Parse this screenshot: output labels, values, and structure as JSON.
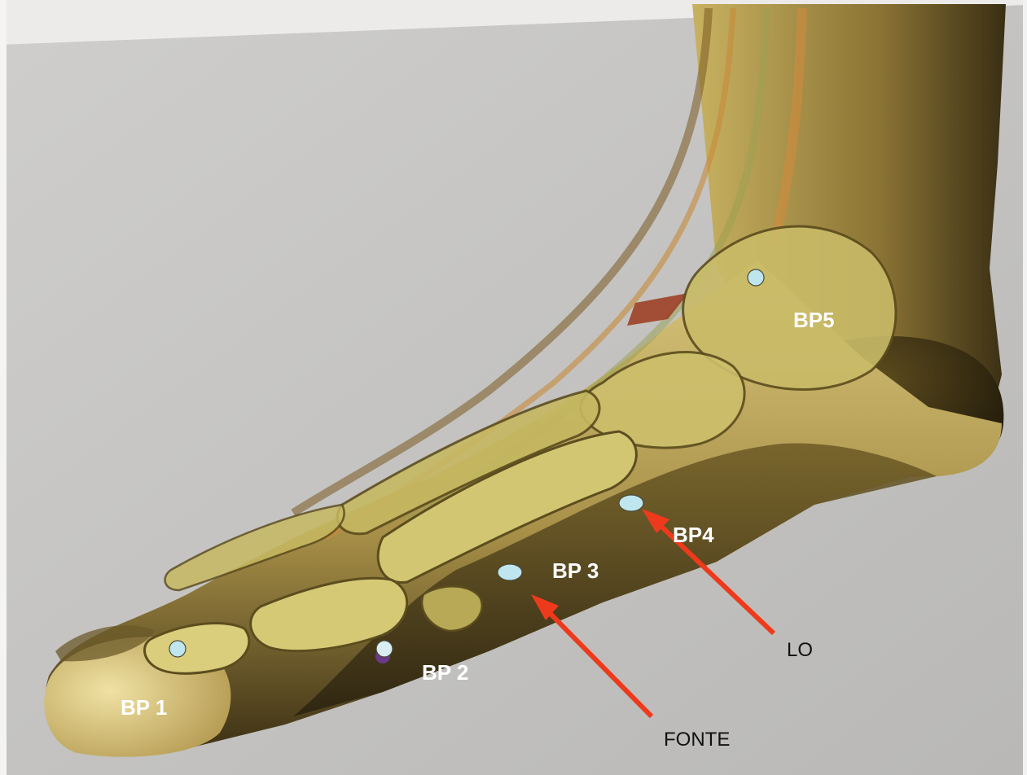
{
  "points": [
    {
      "id": "bp1",
      "label": "BP 1"
    },
    {
      "id": "bp2",
      "label": "BP 2"
    },
    {
      "id": "bp3",
      "label": "BP 3"
    },
    {
      "id": "bp4",
      "label": "BP4"
    },
    {
      "id": "bp5",
      "label": "BP5"
    }
  ],
  "annotations": {
    "lo": "LO",
    "fonte": "FONTE"
  },
  "colors": {
    "background": "#c9c8c6",
    "skin": "#d8c27a",
    "bone": "#cfc26a",
    "shadow": "#3a2f12",
    "point": "#bfe6ee",
    "arrow": "#ee3a1c"
  }
}
